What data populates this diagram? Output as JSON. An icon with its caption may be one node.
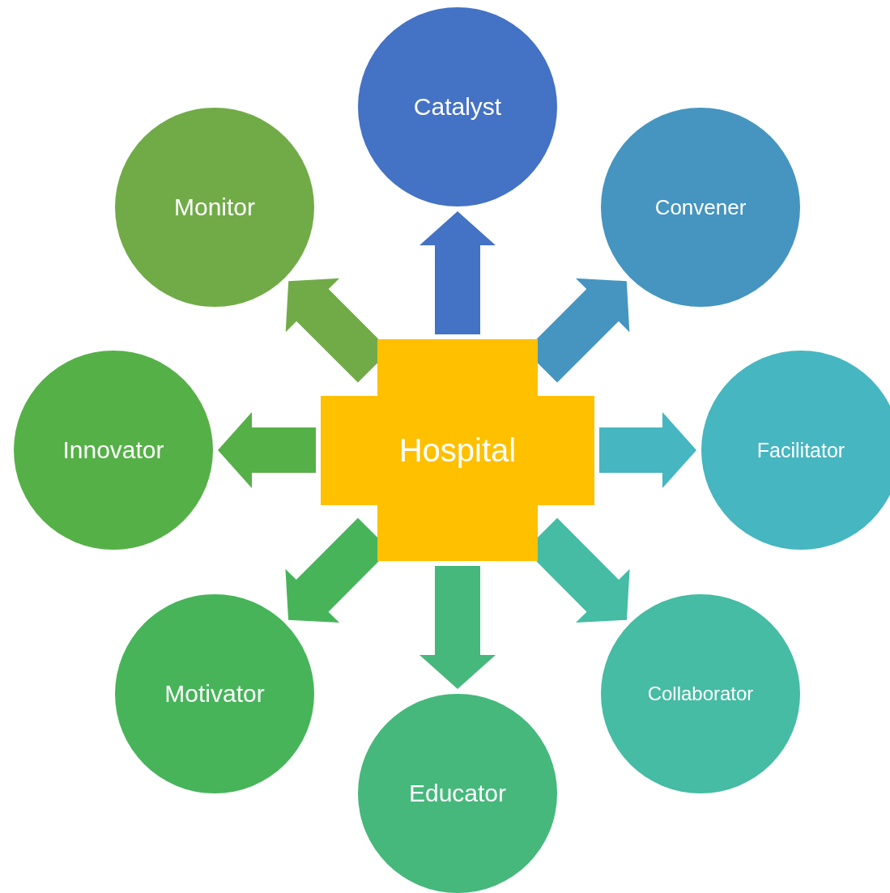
{
  "diagram": {
    "nodes": [
      {
        "text": [
          "Hospital"
        ]
      },
      {
        "text": [
          "Catalyst"
        ]
      },
      {
        "text": [
          "Convener"
        ]
      },
      {
        "text": [
          "Facilitator"
        ]
      },
      {
        "text": [
          "Collaborator"
        ]
      },
      {
        "text": [
          "Educator"
        ]
      },
      {
        "text": [
          "Motivator"
        ]
      },
      {
        "text": [
          "Innovator"
        ]
      },
      {
        "text": [
          "Monitor"
        ]
      }
    ],
    "edges": [
      {
        "from": 0,
        "to": 1,
        "arrow": "to",
        "style": "thick",
        "color": "#4472c4"
      },
      {
        "from": 0,
        "to": 2,
        "arrow": "to",
        "style": "thick",
        "color": "#4595c0"
      },
      {
        "from": 0,
        "to": 3,
        "arrow": "to",
        "style": "thick",
        "color": "#46b6c1"
      },
      {
        "from": 0,
        "to": 4,
        "arrow": "to",
        "style": "thick",
        "color": "#45bca3"
      },
      {
        "from": 0,
        "to": 5,
        "arrow": "to",
        "style": "thick",
        "color": "#46b87c"
      },
      {
        "from": 0,
        "to": 6,
        "arrow": "to",
        "style": "thick",
        "color": "#47b45a"
      },
      {
        "from": 0,
        "to": 7,
        "arrow": "to",
        "style": "thick",
        "color": "#56b048"
      },
      {
        "from": 0,
        "to": 8,
        "arrow": "to",
        "style": "thick",
        "color": "#71ab48"
      }
    ]
  }
}
